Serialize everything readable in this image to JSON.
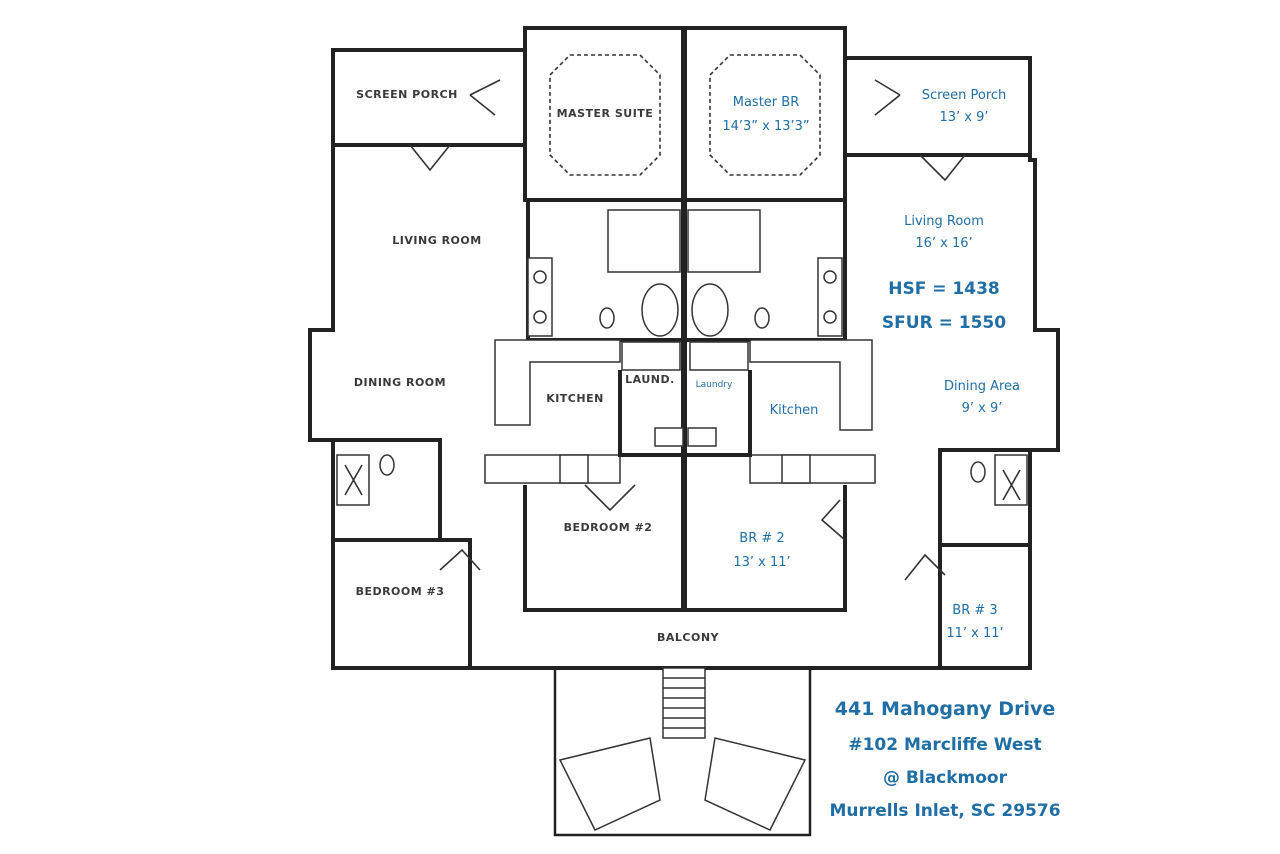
{
  "left_unit": {
    "screen_porch": "SCREEN PORCH",
    "master_suite": "MASTER SUITE",
    "living_room": "LIVING ROOM",
    "dining_room": "DINING ROOM",
    "kitchen": "KITCHEN",
    "laundry": "LAUND.",
    "bedroom_2": "BEDROOM #2",
    "bedroom_3": "BEDROOM #3",
    "balcony": "BALCONY"
  },
  "right_unit": {
    "master_br": {
      "name": "Master BR",
      "size": "14’3” x 13’3”"
    },
    "screen_porch": {
      "name": "Screen  Porch",
      "size": "13’ x 9’"
    },
    "living_room": {
      "name": "Living Room",
      "size": "16’ x 16’"
    },
    "hsf": "HSF = 1438",
    "sfur": "SFUR = 1550",
    "dining_area": {
      "name": "Dining Area",
      "size": "9’ x 9’"
    },
    "laundry": "Laundry",
    "kitchen": "Kitchen",
    "br2": {
      "name": "BR # 2",
      "size": "13’ x 11’"
    },
    "br3": {
      "name": "BR # 3",
      "size": "11’ x 11’"
    }
  },
  "address": {
    "line1": "441 Mahogany Drive",
    "line2": "#102 Marcliffe West",
    "line3": "@ Blackmoor",
    "line4": "Murrells Inlet, SC 29576"
  }
}
